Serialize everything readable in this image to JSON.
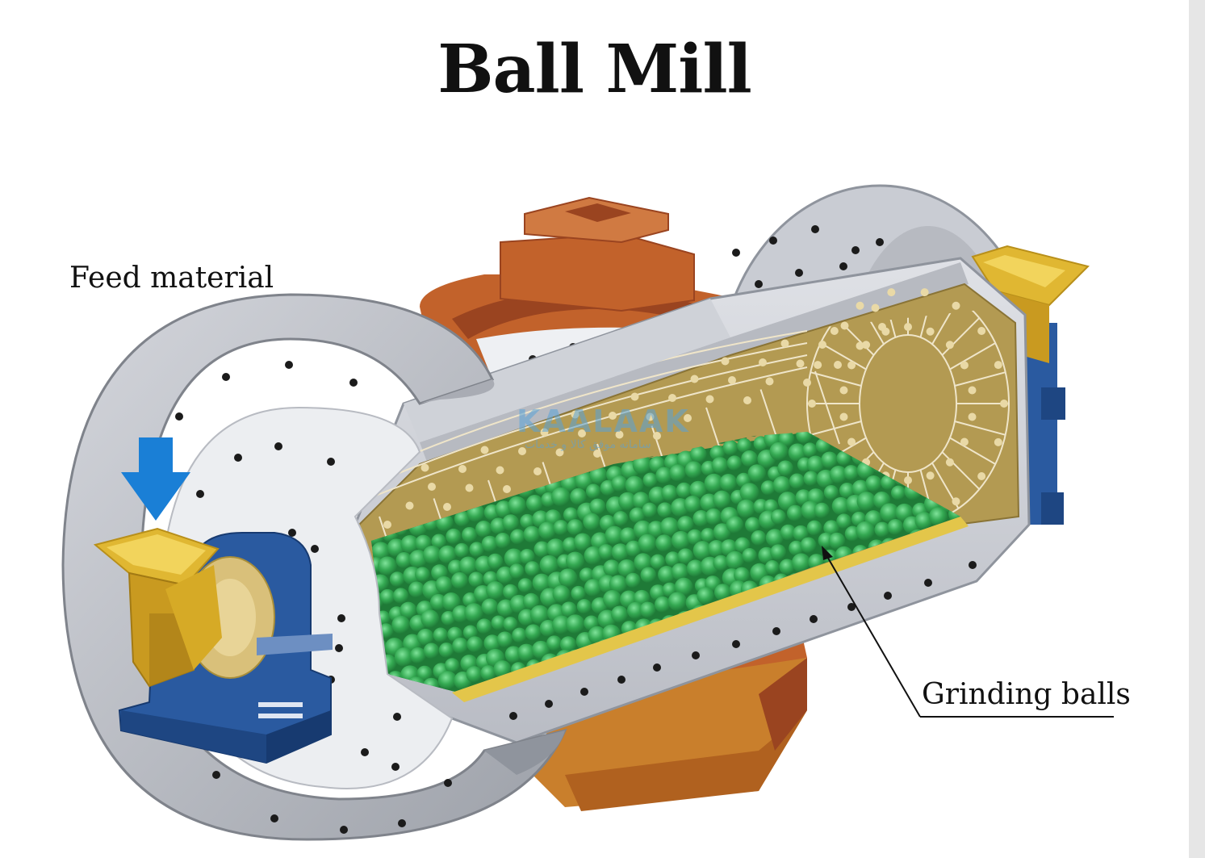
{
  "diagram": {
    "title": "Ball Mill",
    "labels": {
      "feed_material": "Feed material",
      "grinding_balls": "Grinding balls"
    },
    "watermark": {
      "brand": "KAALAAK",
      "tagline": "سامانه موقق کالا و خدمات"
    },
    "colors": {
      "shell_gray": "#c9ccd3",
      "shell_dark": "#8f949d",
      "liner_tan": "#b39a52",
      "liner_lines": "#efe5c9",
      "balls_green": "#2f9a4a",
      "balls_light": "#5fcf7a",
      "support_orange": "#c2622b",
      "support_dark": "#9a4420",
      "bearing_blue": "#2a5aa0",
      "chute_yellow": "#e0b732",
      "arrow_blue": "#1a7fd6"
    },
    "icons": {
      "feed_arrow": "down-arrow-icon"
    }
  }
}
